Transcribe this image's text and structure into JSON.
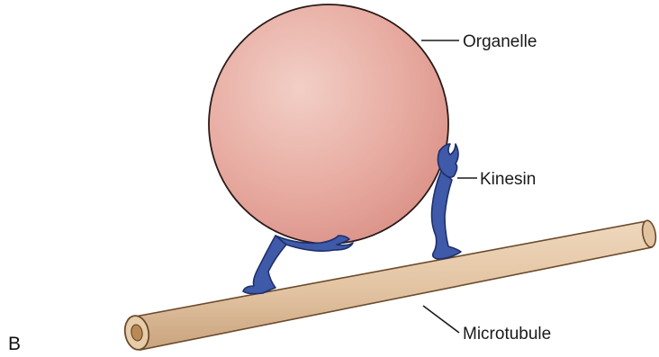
{
  "panel_letter": "B",
  "labels": {
    "organelle": "Organelle",
    "kinesin": "Kinesin",
    "microtubule": "Microtubule"
  },
  "colors": {
    "organelle_fill": "#e7aaa0",
    "organelle_highlight": "#f2cfc6",
    "kinesin_fill": "#3e5aa8",
    "kinesin_outline": "#1f2f6b",
    "microtubule_fill": "#e2c3a1",
    "microtubule_shade": "#c9a37e",
    "microtubule_lumen": "#b98a55"
  }
}
